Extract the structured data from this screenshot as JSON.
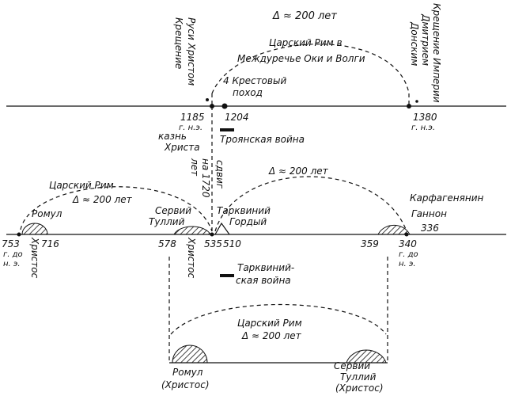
{
  "top_axis": {
    "delta_label": "Δ ≈ 200 лет",
    "arc_label_line1": "Царский Рим в",
    "arc_label_line2": "Междуречье Оки и Волги",
    "left_vertical_line1": "Крещение",
    "left_vertical_line2": "Руси Христом",
    "right_vertical_line1": "Крещение Империи",
    "right_vertical_line2": "Дмитрием",
    "right_vertical_line3": "Донским",
    "crusade_line1": "4 Крестовый",
    "crusade_line2": "поход",
    "year_1185": "1185",
    "year_1185_era": "г. н.э.",
    "year_1204": "1204",
    "year_1380": "1380",
    "year_1380_era": "г. н.э.",
    "execution_line1": "казнь",
    "execution_line2": "Христа",
    "troy_war": "Троянская война"
  },
  "shift": {
    "line1": "сдвиг",
    "line2": "на 1720",
    "line3": "лет"
  },
  "middle_axis": {
    "arc_left_label": "Царский Рим",
    "arc_left_delta": "Δ ≈ 200 лет",
    "arc_right_delta": "Δ ≈ 200 лет",
    "romul": "Ромул",
    "servius_line1": "Сервий",
    "servius_line2": "Туллий",
    "tarquin_line1": "Тарквиний",
    "tarquin_line2": "Гордый",
    "carthaginian_line1": "Карфагенянин",
    "carthaginian_line2": "Ганнон",
    "christ_left": "Христос",
    "christ_mid": "Христос",
    "year_753": "753",
    "year_753_era1": "г. до",
    "year_753_era2": "н. э.",
    "year_716": "716",
    "year_578": "578",
    "year_535": "535",
    "year_510": "510",
    "year_359": "359",
    "year_340": "340",
    "year_340_era1": "г. до",
    "year_340_era2": "н. э.",
    "year_336": "336",
    "tarquin_war_line1": "Тарквиний-",
    "tarquin_war_line2": "ская война"
  },
  "bottom": {
    "label": "Царский Рим",
    "delta": "Δ ≈ 200 лет",
    "romul": "Ромул",
    "romul_christ": "(Христос)",
    "servius_line1": "Сервий",
    "servius_line2": "Туллий",
    "servius_christ": "(Христос)"
  }
}
